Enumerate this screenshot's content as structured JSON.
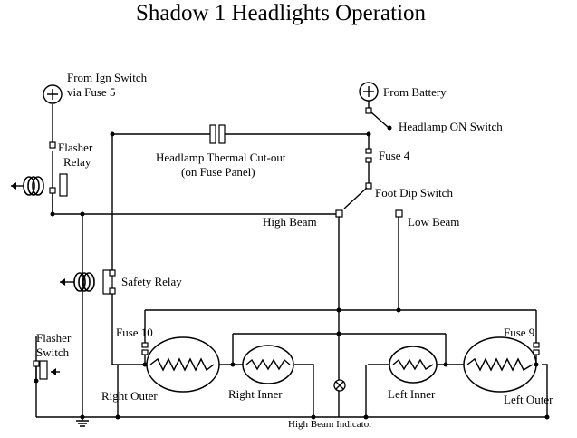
{
  "title": "Shadow 1 Headlights Operation",
  "labels": {
    "ign_switch_line1": "From Ign Switch",
    "ign_switch_line2": "via Fuse 5",
    "battery": "From Battery",
    "headlamp_on_switch": "Headlamp ON Switch",
    "fuse4": "Fuse 4",
    "flasher_relay_line1": "Flasher",
    "flasher_relay_line2": "Relay",
    "thermal_cutout_line1": "Headlamp Thermal Cut-out",
    "thermal_cutout_line2": "(on Fuse Panel)",
    "foot_dip_switch": "Foot Dip Switch",
    "high_beam": "High Beam",
    "low_beam": "Low Beam",
    "safety_relay": "Safety Relay",
    "flasher_switch_line1": "Flasher",
    "flasher_switch_line2": "Switch",
    "fuse10": "Fuse 10",
    "fuse9": "Fuse 9",
    "right_outer": "Right Outer",
    "right_inner": "Right Inner",
    "left_inner": "Left Inner",
    "left_outer": "Left Outer",
    "high_beam_indicator": "High Beam Indicator"
  }
}
